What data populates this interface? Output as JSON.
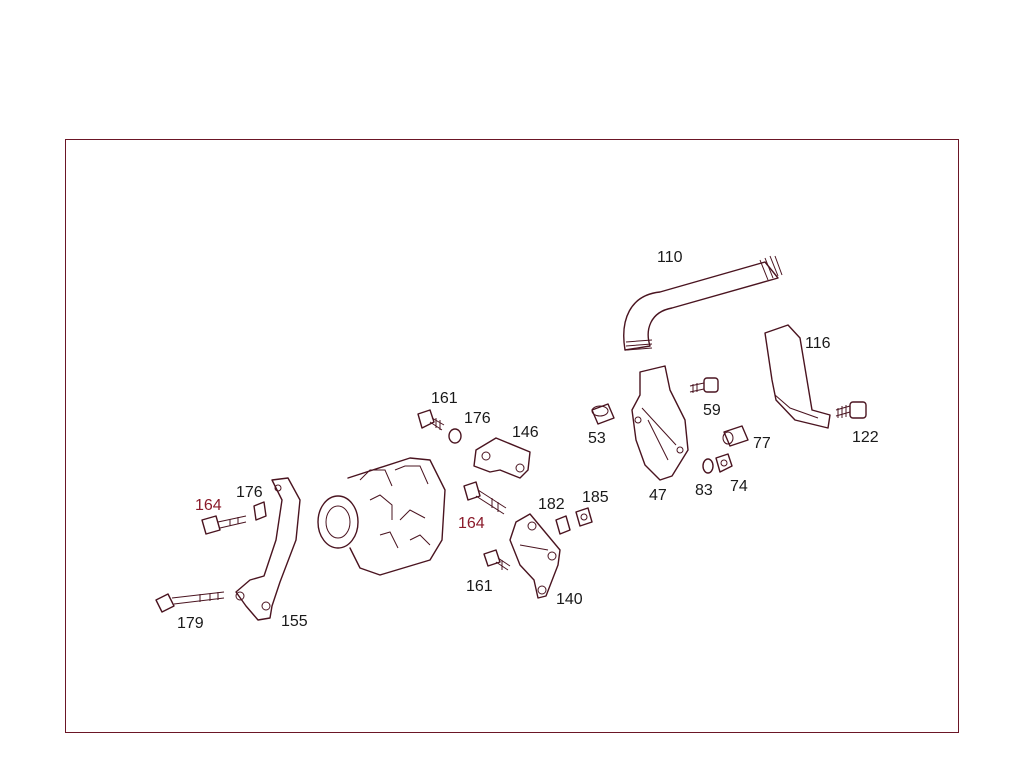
{
  "colors": {
    "frame": "#6b1626",
    "line": "#4a1420",
    "label": "#1a1a1a",
    "label_accent": "#8a1a2a"
  },
  "labels": {
    "p110": "110",
    "p116": "116",
    "p122": "122",
    "p59": "59",
    "p53": "53",
    "p77": "77",
    "p47": "47",
    "p83": "83",
    "p74": "74",
    "p161a": "161",
    "p176a": "176",
    "p146": "146",
    "p164a": "164",
    "p176b": "176",
    "p164b": "164",
    "p182": "182",
    "p185": "185",
    "p161b": "161",
    "p140": "140",
    "p179": "179",
    "p155": "155"
  }
}
